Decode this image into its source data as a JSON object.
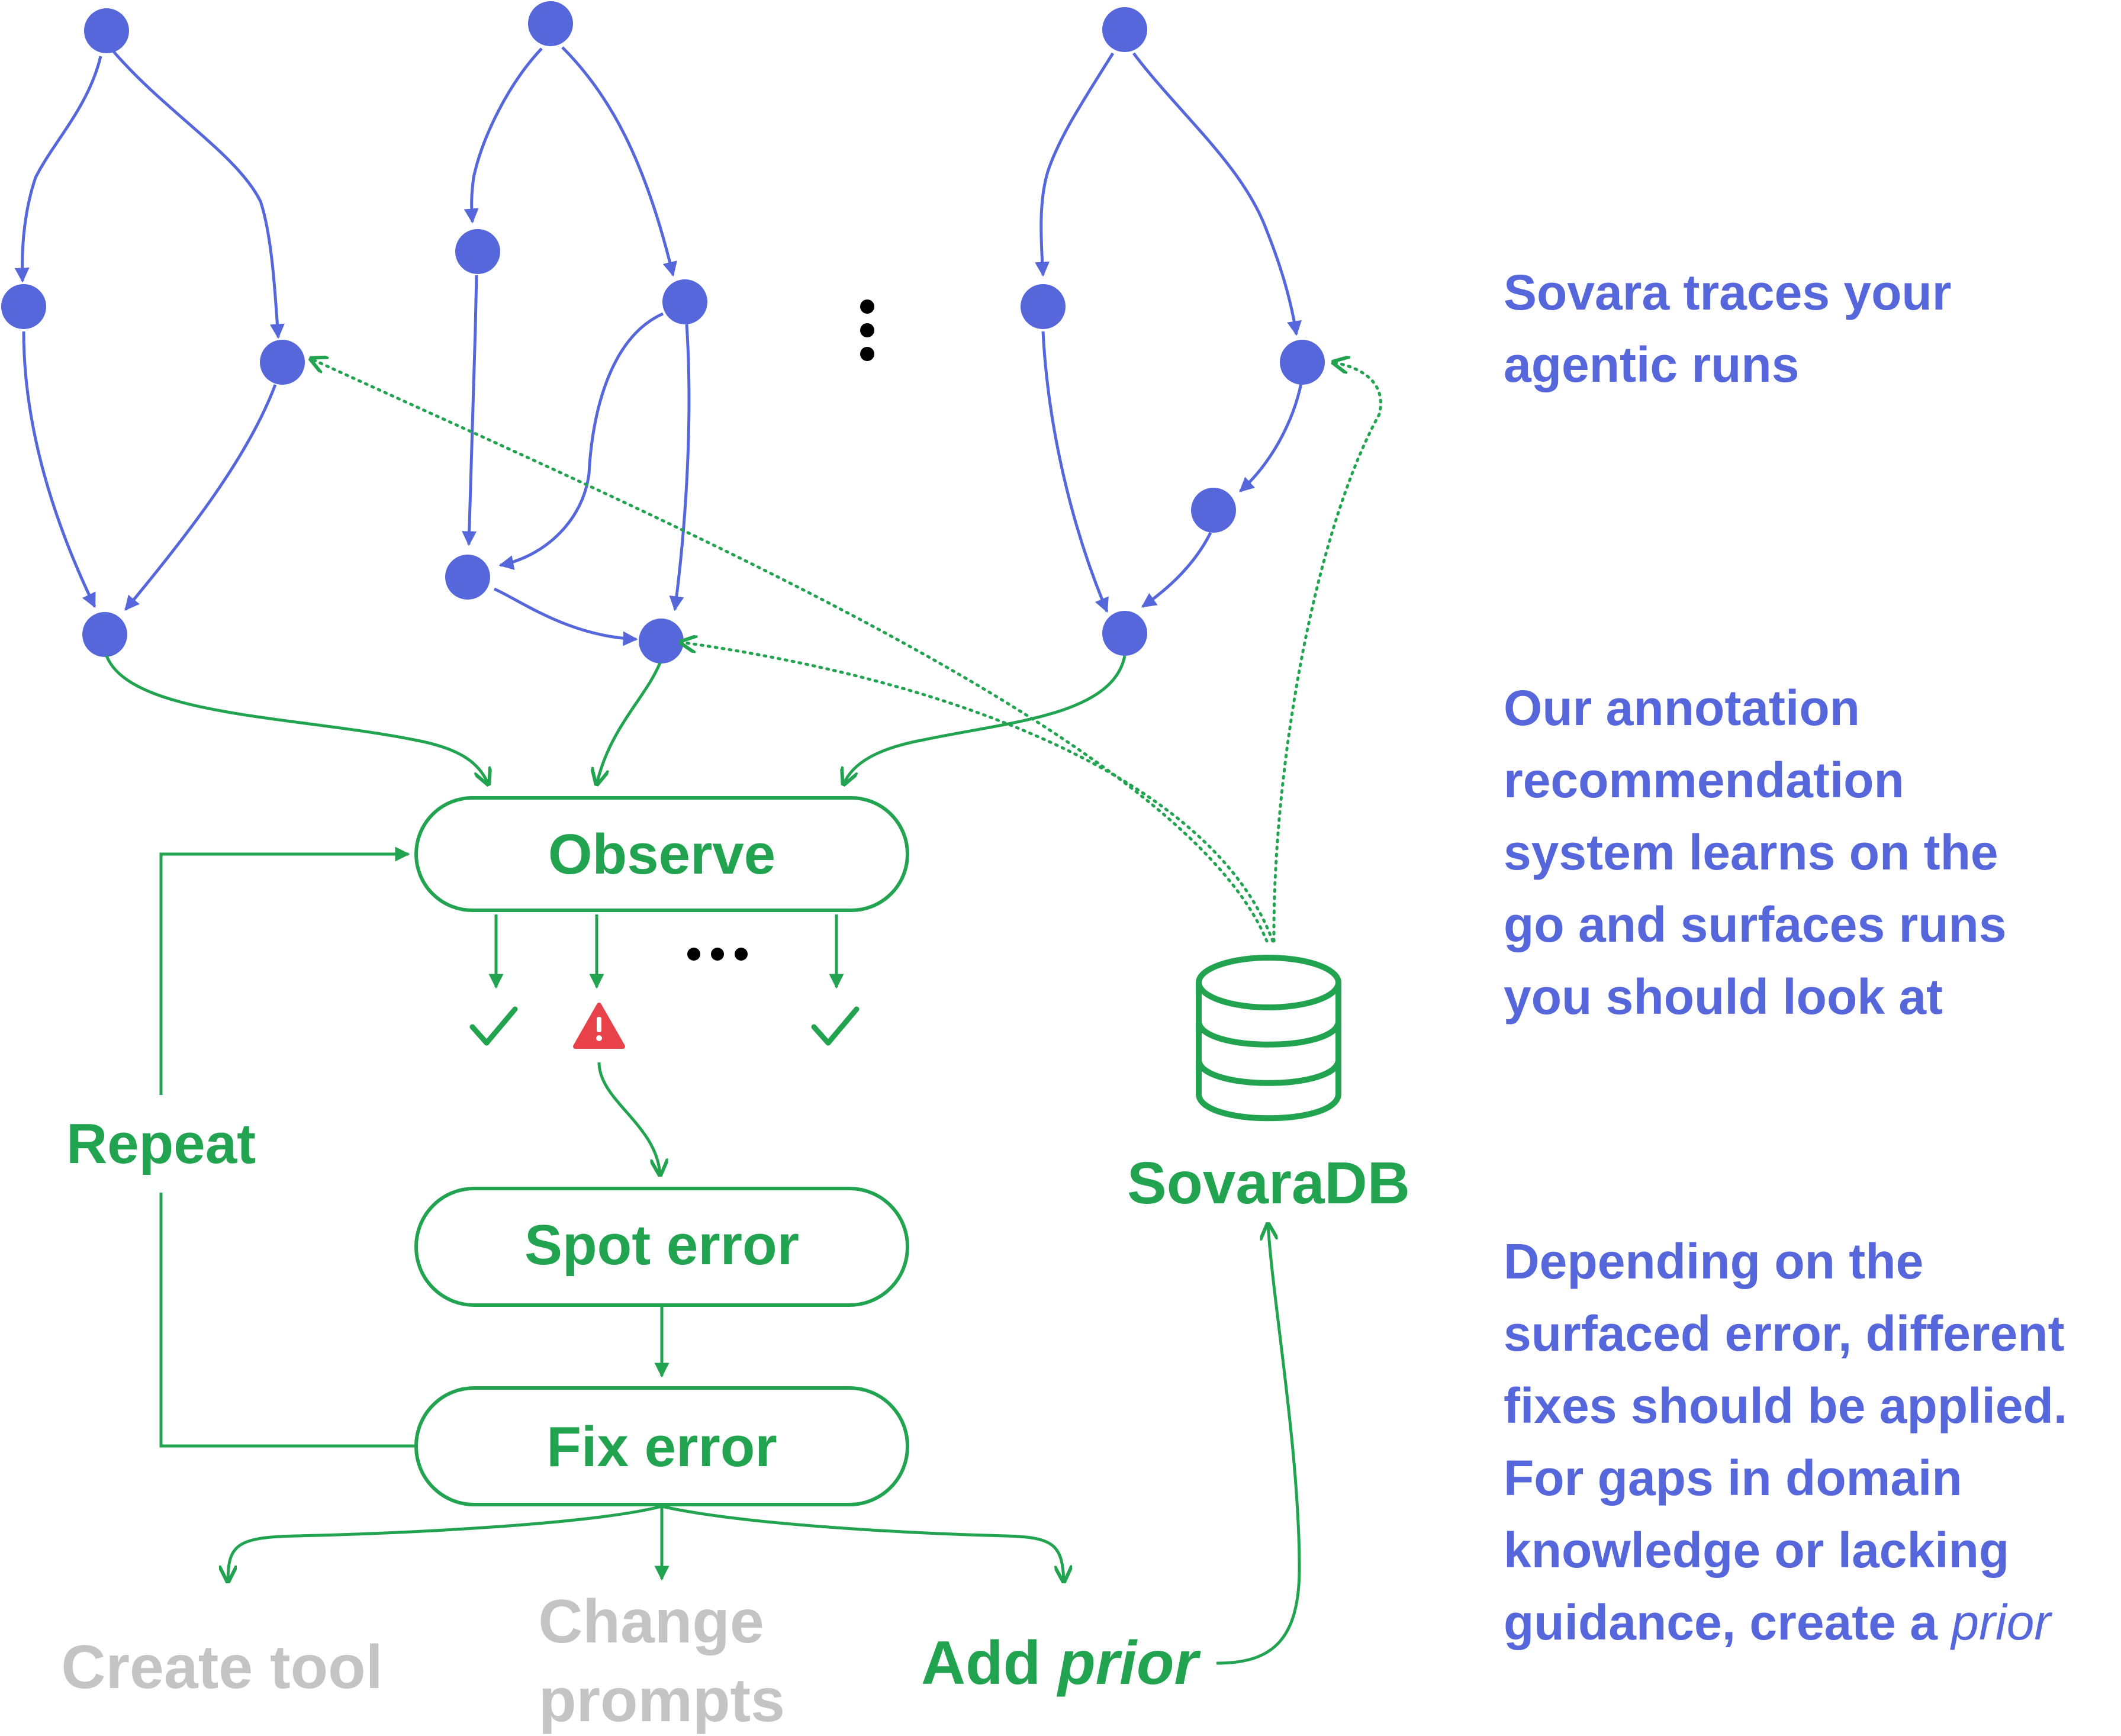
{
  "flow": {
    "observe": "Observe",
    "spot_error": "Spot error",
    "fix_error": "Fix error",
    "repeat": "Repeat",
    "create_tool": "Create tool",
    "change_prompts_line1": "Change",
    "change_prompts_line2": "prompts",
    "add_prior_prefix": "Add",
    "add_prior_emphasis": "prior",
    "database_label": "SovaraDB"
  },
  "annotations": {
    "block1": [
      "Sovara traces your",
      "agentic runs"
    ],
    "block2": [
      "Our annotation",
      "recommendation",
      "system learns on the",
      "go and surfaces runs",
      "you should look at"
    ],
    "block3_lines": [
      "Depending on the",
      "surfaced error, different",
      "fixes should be applied.",
      "For gaps in domain",
      "knowledge or lacking"
    ],
    "block3_last_prefix": "guidance, create a",
    "block3_last_emphasis": "prior"
  },
  "icons": {
    "check": "check-icon",
    "warning": "warning-icon",
    "database": "database-icon",
    "ellipsis": "ellipsis-icon"
  },
  "colors": {
    "blue": "#5667dc",
    "green": "#22a350",
    "gray": "#c4c4c4",
    "warning_red": "#e8414a"
  }
}
